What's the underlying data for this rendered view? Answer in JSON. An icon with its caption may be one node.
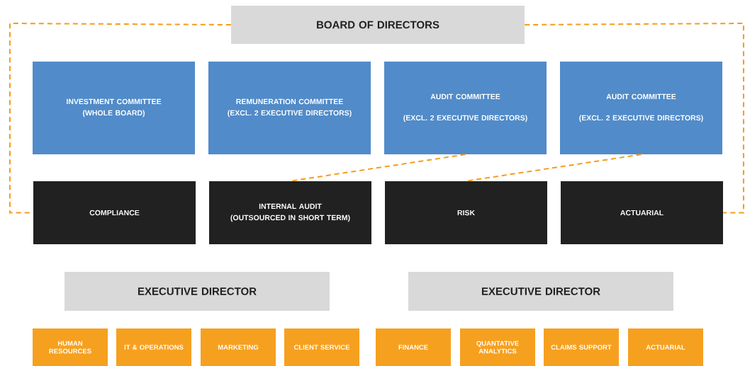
{
  "diagram": {
    "nodes": [
      {
        "text": [
          "BOARD OF DIRECTORS"
        ]
      },
      {
        "text": [
          "INVESTMENT COMMITTEE",
          "(WHOLE BOARD)"
        ]
      },
      {
        "text": [
          "REMUNERATION COMMITTEE",
          "(EXCL. 2 EXECUTIVE DIRECTORS)"
        ]
      },
      {
        "text": [
          "AUDIT COMMITTEE",
          "(EXCL. 2 EXECUTIVE DIRECTORS)"
        ]
      },
      {
        "text": [
          "AUDIT COMMITTEE",
          "(EXCL. 2 EXECUTIVE DIRECTORS)"
        ]
      },
      {
        "text": [
          "COMPLIANCE"
        ]
      },
      {
        "text": [
          "INTERNAL AUDIT (OUTSOURCED IN SHORT TERM)"
        ]
      },
      {
        "text": [
          "RISK"
        ]
      },
      {
        "text": [
          "ACTUARIAL"
        ]
      },
      {
        "text": [
          "EXECUTIVE DIRECTOR"
        ]
      },
      {
        "text": [
          "EXECUTIVE DIRECTOR"
        ]
      },
      {
        "text": [
          "HUMAN RESOURCES"
        ]
      },
      {
        "text": [
          "IT & OPERATIONS"
        ]
      },
      {
        "text": [
          "MARKETING"
        ]
      },
      {
        "text": [
          "CLIENT SERVICE"
        ]
      },
      {
        "text": [
          "FINANCE"
        ]
      },
      {
        "text": [
          "QUANTATIVE ANALYTICS"
        ]
      },
      {
        "text": [
          "CLAIMS SUPPORT"
        ]
      },
      {
        "text": [
          "ACTUARIAL"
        ]
      }
    ],
    "edges": [
      {
        "from": 0,
        "to": 5,
        "arrow": "none",
        "style": "dashed"
      },
      {
        "from": 0,
        "to": 8,
        "arrow": "none",
        "style": "dashed"
      },
      {
        "from": 3,
        "to": 6,
        "arrow": "none",
        "style": "dashed"
      },
      {
        "from": 4,
        "to": 7,
        "arrow": "none",
        "style": "dashed"
      }
    ]
  }
}
